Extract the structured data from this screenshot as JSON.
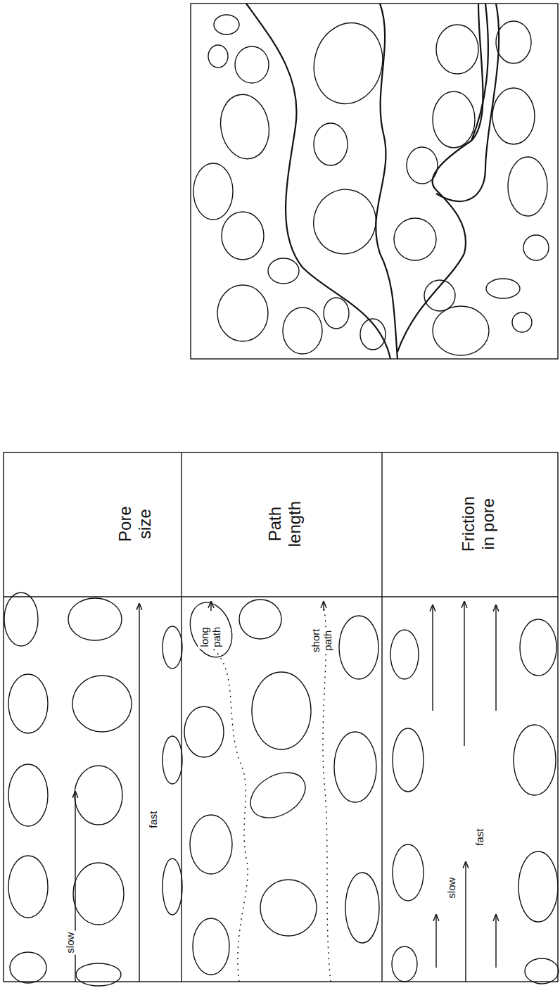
{
  "diagram": {
    "labels": [
      "Pore size",
      "Path length",
      "Friction in pore",
      "slow",
      "fast",
      "long path",
      "short path",
      "slow",
      "fast"
    ]
  }
}
